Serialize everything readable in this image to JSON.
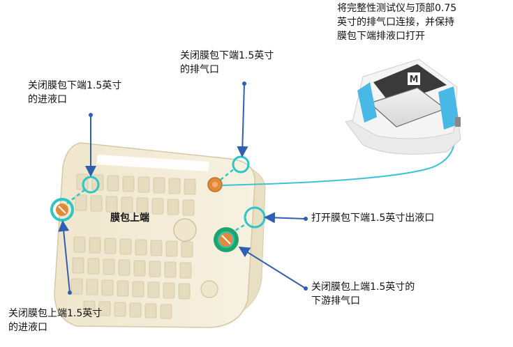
{
  "labels": {
    "instrument_note_line1": "将完整性测试仪与顶部0.75",
    "instrument_note_line2": "英寸的排气口连接，并保持",
    "instrument_note_line3": "膜包下端排液口打开",
    "lower_vent_line1": "关闭膜包下端1.5英寸",
    "lower_vent_line2": "的排气口",
    "lower_inlet_line1": "关闭膜包下端1.5英寸",
    "lower_inlet_line2": "的进液口",
    "upper_end": "膜包上端",
    "open_outlet": "打开膜包下端1.5英寸出液口",
    "upper_vent_line1": "关闭膜包上端1.5英寸的",
    "upper_vent_line2": "下游排气口",
    "upper_inlet_line1": "关闭膜包上端1.5英寸",
    "upper_inlet_line2": "的进液口"
  },
  "device": {
    "logo_letter": "M"
  },
  "colors": {
    "arrow": "#2f5fb0",
    "tube": "#3bc3d3",
    "port_ring": "#2cc6c6",
    "port_green": "#1ea56a",
    "cassette": "#f3ecd8",
    "device_accent": "#48b9e6"
  }
}
